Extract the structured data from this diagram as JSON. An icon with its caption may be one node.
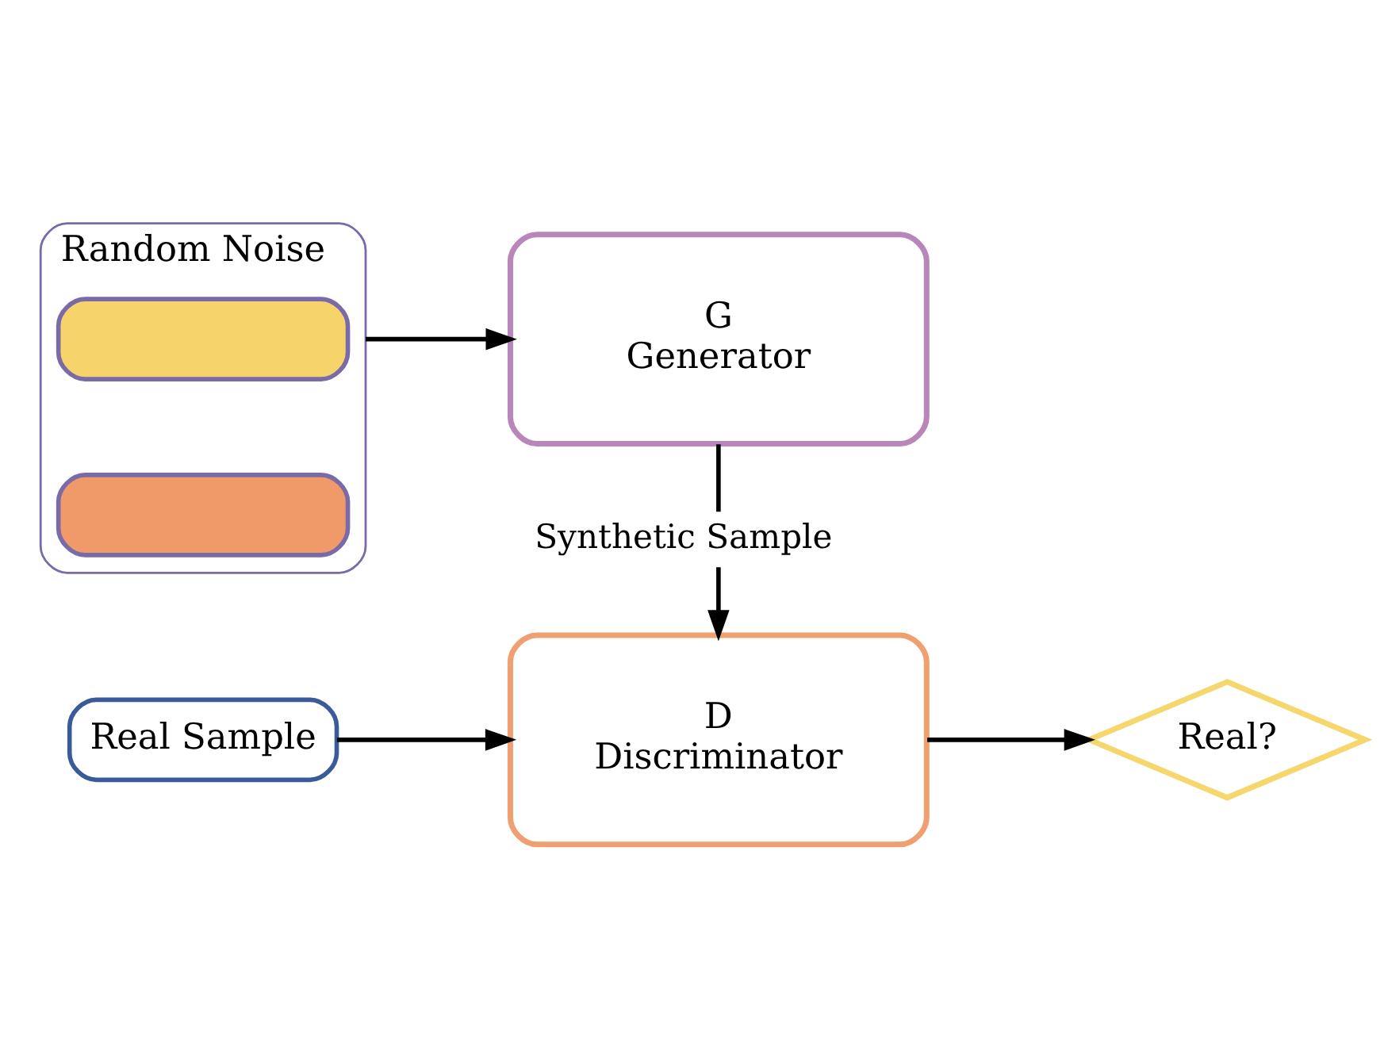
{
  "diagram": {
    "nodes": [
      {
        "text": [
          "Real Sample"
        ]
      },
      {
        "text": [
          "D",
          "Discriminator"
        ]
      },
      {
        "text": [
          "Real?"
        ]
      },
      {
        "text": [
          "Random Noise"
        ]
      },
      {
        "text": [],
        "shape": "box",
        "in": 3
      },
      {
        "text": [],
        "shape": "box",
        "in": 3
      },
      {
        "text": [
          "G",
          "Generator"
        ]
      }
    ],
    "edges": [
      {
        "from": 0,
        "to": 1,
        "arrow": "to"
      },
      {
        "from": 1,
        "to": 2,
        "arrow": "to"
      },
      {
        "from": 3,
        "to": 6,
        "arrow": "to"
      },
      {
        "from": 6,
        "to": 1,
        "arrow": "to",
        "label": "Synthetic Sample"
      }
    ]
  }
}
